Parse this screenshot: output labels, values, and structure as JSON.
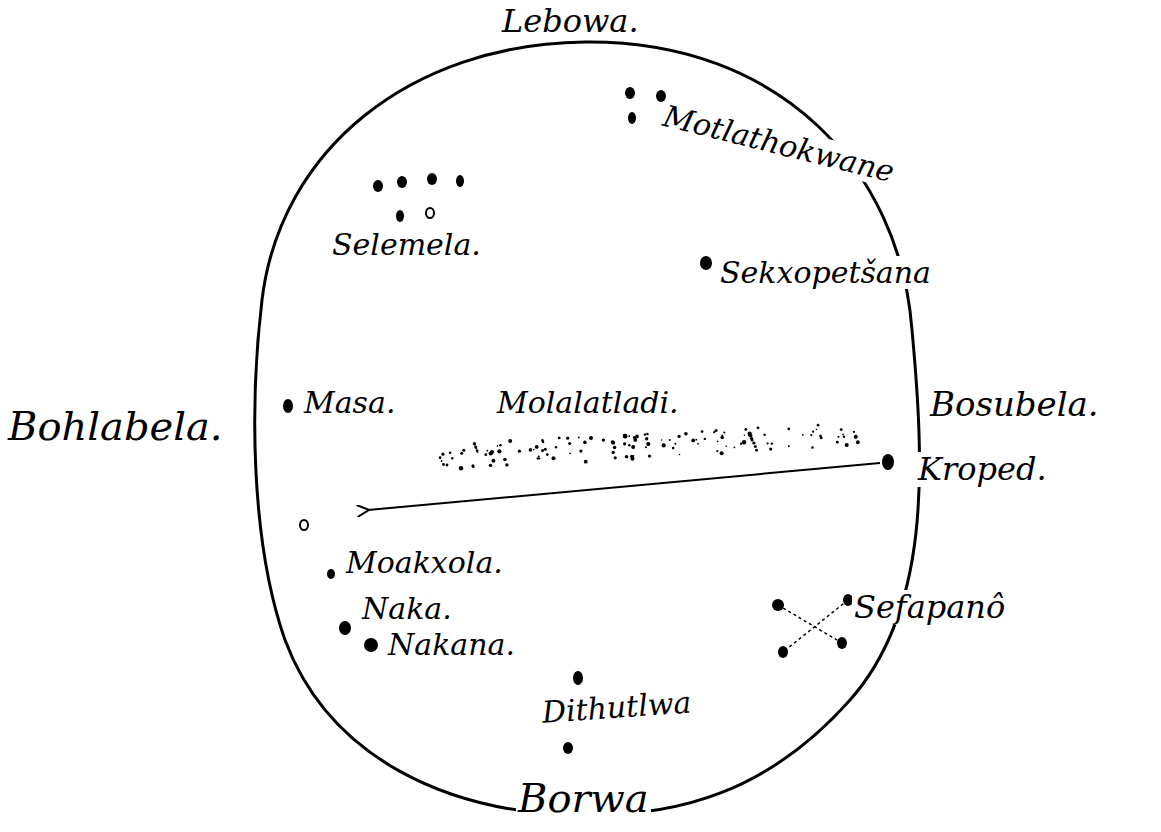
{
  "diagram": {
    "labels": [
      "Lebowa.",
      "Motlathokwane",
      "Selemela.",
      "Sekxopetšana",
      "Bohlabela.",
      "Masa.",
      "Molalatladi.",
      "Bosubela.",
      "Kroped.",
      "Moakxola.",
      "Naka.",
      "Nakana.",
      "Sefapanô",
      "Dithutlwa",
      "Borwa"
    ]
  }
}
